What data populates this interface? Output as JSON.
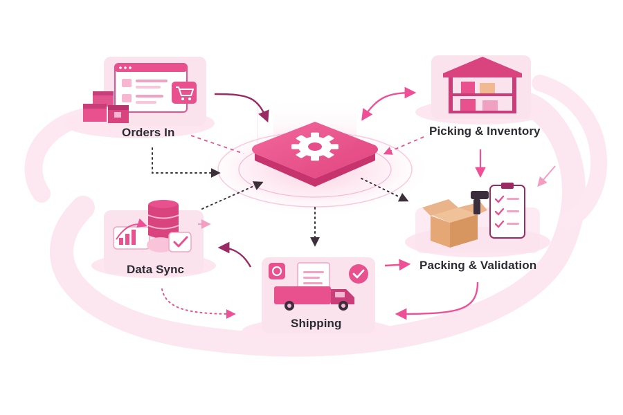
{
  "nodes": {
    "orders_in": {
      "label": "Orders In",
      "icon": "online-store-cart-icon"
    },
    "picking_inventory": {
      "label": "Picking & Inventory",
      "icon": "warehouse-shelves-icon"
    },
    "packing_validation": {
      "label": "Packing & Validation",
      "icon": "open-box-checklist-icon"
    },
    "shipping": {
      "label": "Shipping",
      "icon": "delivery-truck-icon"
    },
    "data_sync": {
      "label": "Data Sync",
      "icon": "database-sync-icon"
    },
    "hub": {
      "icon": "gear-icon"
    }
  },
  "colors": {
    "primary": "#e8508e",
    "deep": "#9a2a62",
    "light": "#fbe3ee",
    "box": "#e9b48a",
    "text": "#2b2b33"
  }
}
